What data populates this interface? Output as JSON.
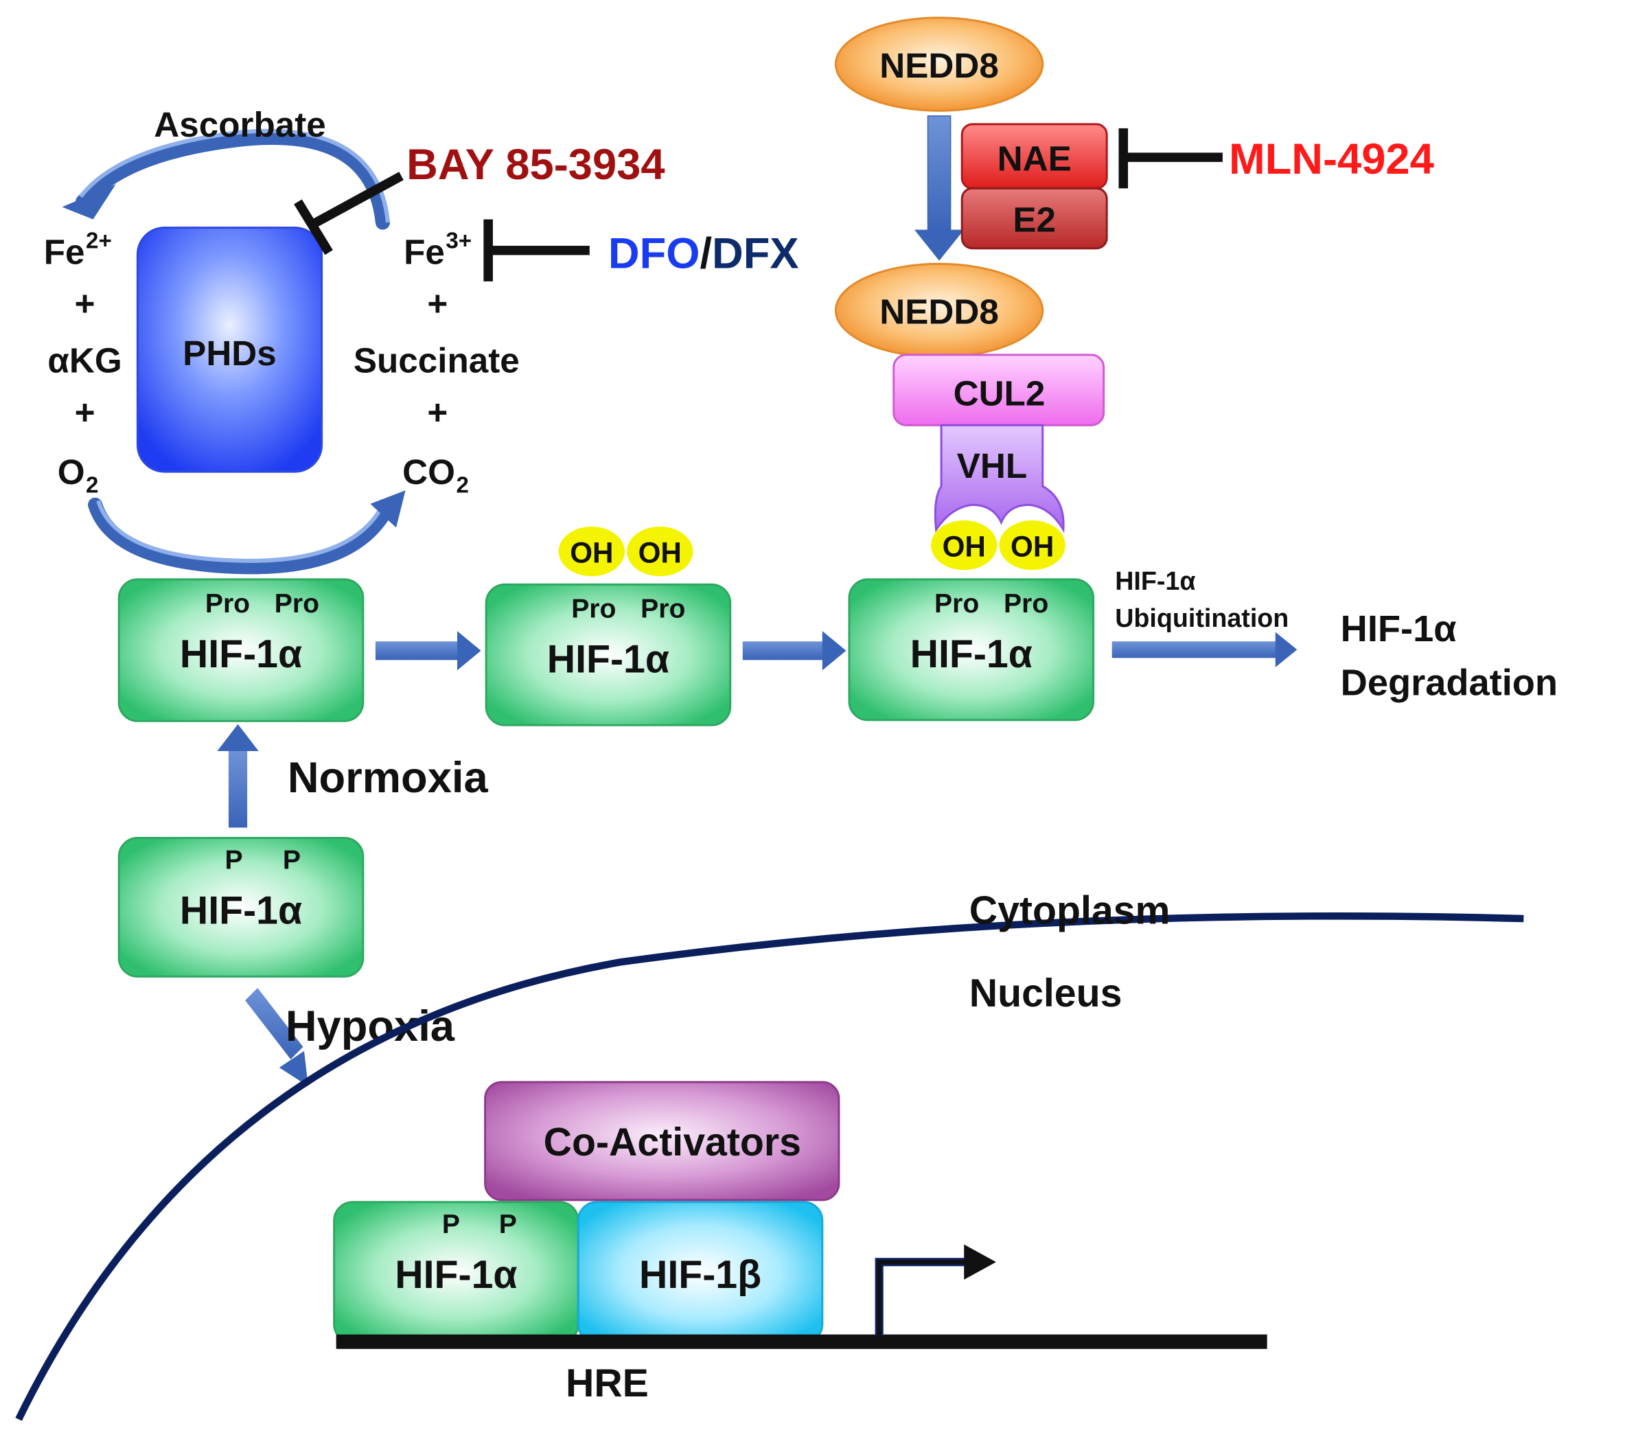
{
  "colors": {
    "arrow_blue": "#4472c4",
    "inhibitor_black": "#111111",
    "bay_red": "#a01010",
    "dfo_blue": "#1a3cf0",
    "dfx_navy": "#0d2a6b",
    "mln_red": "#ff1a1a",
    "membrane_navy": "#0a1f5c",
    "hif_green": "#3ec97a",
    "hif_beta_cyan": "#27c6ee",
    "phd_blue": "#2b55f0",
    "nedd8_orange": "#f7a34a",
    "nae_red": "#e23a3a",
    "e2_red": "#c23a3a",
    "cul2_pink": "#f27ff2",
    "vhl_purple": "#b77ef0",
    "oh_yellow": "#f4f400",
    "coactivator_purple": "#b65fb3"
  },
  "phd_cycle": {
    "enzyme": "PHDs",
    "cofactor": "Ascorbate",
    "left": {
      "fe": "Fe",
      "fe_sup": "2+",
      "plus1": "+",
      "akg": "αKG",
      "plus2": "+",
      "o": "O",
      "o_sub": "2"
    },
    "right": {
      "fe": "Fe",
      "fe_sup": "3+",
      "plus1": "+",
      "succinate": "Succinate",
      "plus2": "+",
      "co": "CO",
      "co_sub": "2"
    }
  },
  "inhibitors": {
    "bay": "BAY 85-3934",
    "dfo": "DFO",
    "slash": "/",
    "dfx": "DFX",
    "mln": "MLN-4924"
  },
  "neddylation": {
    "nedd8_top": "NEDD8",
    "nae": "NAE",
    "e2": "E2",
    "nedd8_bound": "NEDD8",
    "cul2": "CUL2",
    "vhl": "VHL"
  },
  "hif_states": {
    "hif1a": "HIF-1α",
    "pro": "Pro",
    "oh": "OH",
    "p": "P",
    "hif1b": "HIF-1β",
    "coactivators": "Co-Activators"
  },
  "labels": {
    "normoxia": "Normoxia",
    "hypoxia": "Hypoxia",
    "cytoplasm": "Cytoplasm",
    "nucleus": "Nucleus",
    "hre": "HRE",
    "ubiq_line1": "HIF-1α",
    "ubiq_line2": "Ubiquitination",
    "degradation_line1": "HIF-1α",
    "degradation_line2": "Degradation"
  }
}
